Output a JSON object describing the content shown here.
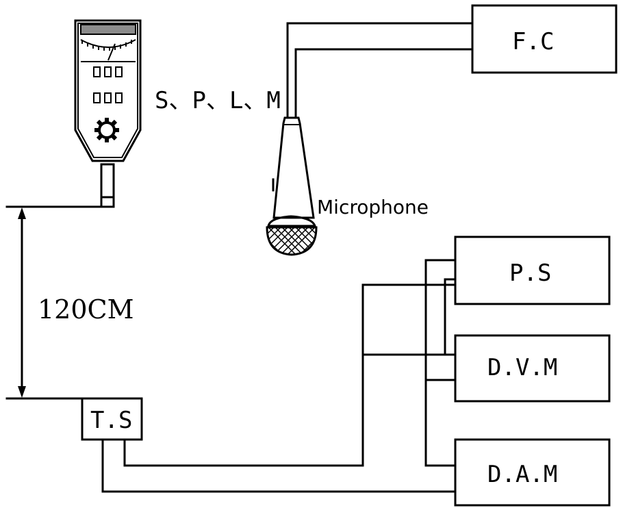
{
  "labels": {
    "fc": "F.C",
    "splm": "S、P、L、M",
    "microphone": "Microphone",
    "ps": "P.S",
    "dvm": "D.V.M",
    "dam": "D.A.M",
    "ts": "T.S",
    "distance": "120CM"
  },
  "colors": {
    "line": "#000000",
    "background": "#ffffff",
    "meter_screen": "#8c8c8c"
  },
  "icons": [
    "sound-level-meter-icon",
    "microphone-icon",
    "gear-icon",
    "dimension-arrow-icon"
  ]
}
